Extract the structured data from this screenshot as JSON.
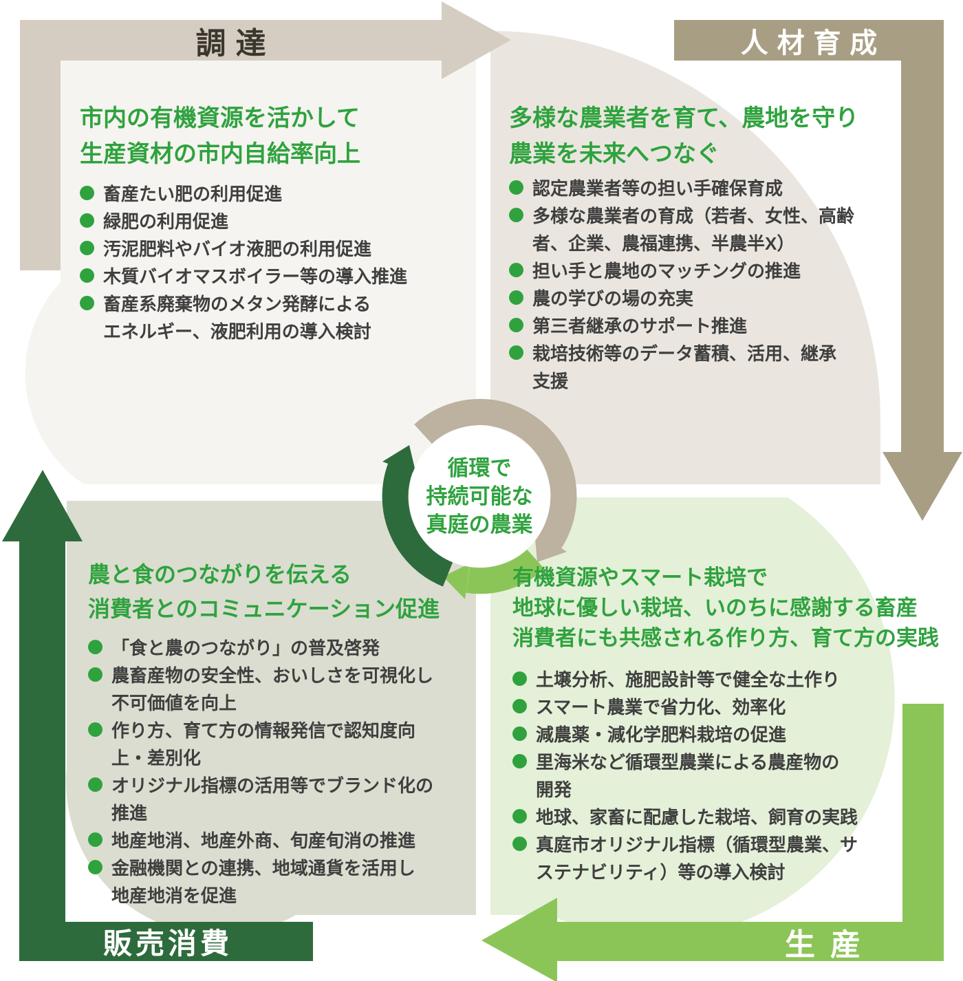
{
  "title": "循環で持続可能な真庭の農業",
  "center": {
    "lines": [
      "循環で",
      "持続可能な",
      "真庭の農業"
    ]
  },
  "labels": {
    "procurement": "調達",
    "hr": "人材育成",
    "production": "生産",
    "sales": "販売消費"
  },
  "quadrants": {
    "procurement": {
      "heading": [
        "市内の有機資源を活かして",
        "生産資材の市内自給率向上"
      ],
      "lines": [
        {
          "dot": true,
          "text": "畜産たい肥の利用促進"
        },
        {
          "dot": true,
          "text": "緑肥の利用促進"
        },
        {
          "dot": true,
          "text": "汚泥肥料やバイオ液肥の利用促進"
        },
        {
          "dot": true,
          "text": "木質バイオマスボイラー等の導入推進"
        },
        {
          "dot": true,
          "text": "畜産系廃棄物のメタン発酵による"
        },
        {
          "dot": false,
          "text": "エネルギー、液肥利用の導入検討"
        }
      ]
    },
    "hr": {
      "heading": [
        "多様な農業者を育て、農地を守り",
        "農業を未来へつなぐ"
      ],
      "lines": [
        {
          "dot": true,
          "text": "認定農業者等の担い手確保育成"
        },
        {
          "dot": true,
          "text": "多様な農業者の育成（若者、女性、高齢"
        },
        {
          "dot": false,
          "text": "者、企業、農福連携、半農半X）"
        },
        {
          "dot": true,
          "text": "担い手と農地のマッチングの推進"
        },
        {
          "dot": true,
          "text": "農の学びの場の充実"
        },
        {
          "dot": true,
          "text": "第三者継承のサポート推進"
        },
        {
          "dot": true,
          "text": "栽培技術等のデータ蓄積、活用、継承"
        },
        {
          "dot": false,
          "text": "支援"
        }
      ]
    },
    "sales": {
      "heading": [
        "農と食のつながりを伝える",
        "消費者とのコミュニケーション促進"
      ],
      "lines": [
        {
          "dot": true,
          "text": "「食と農のつながり」の普及啓発"
        },
        {
          "dot": true,
          "text": "農畜産物の安全性、おいしさを可視化し"
        },
        {
          "dot": false,
          "text": "不可価値を向上"
        },
        {
          "dot": true,
          "text": "作り方、育て方の情報発信で認知度向"
        },
        {
          "dot": false,
          "text": "上・差別化"
        },
        {
          "dot": true,
          "text": "オリジナル指標の活用等でブランド化の"
        },
        {
          "dot": false,
          "text": "推進"
        },
        {
          "dot": true,
          "text": "地産地消、地産外商、旬産旬消の推進"
        },
        {
          "dot": true,
          "text": "金融機関との連携、地域通貨を活用し"
        },
        {
          "dot": false,
          "text": "地産地消を促進"
        }
      ]
    },
    "production": {
      "heading": [
        "有機資源やスマート栽培で",
        "地球に優しい栽培、いのちに感謝する畜産",
        "消費者にも共感される作り方、育て方の実践"
      ],
      "lines": [
        {
          "dot": true,
          "text": "土壌分析、施肥設計等で健全な土作り"
        },
        {
          "dot": true,
          "text": "スマート農業で省力化、効率化"
        },
        {
          "dot": true,
          "text": "減農薬・減化学肥料栽培の促進"
        },
        {
          "dot": true,
          "text": "里海米など循環型農業による農産物の"
        },
        {
          "dot": false,
          "text": "開発"
        },
        {
          "dot": true,
          "text": "地球、家畜に配慮した栽培、飼育の実践"
        },
        {
          "dot": true,
          "text": "真庭市オリジナル指標（循環型農業、サ"
        },
        {
          "dot": false,
          "text": "ステナビリティ）等の導入検討"
        }
      ]
    }
  },
  "colors": {
    "green": "#2FA23E",
    "light_green": "#8CC557",
    "dark_green": "#2E6B3C",
    "tan": "#A89E84",
    "beige": "#D5CDC2",
    "ring_beige": "#BDB19F",
    "panel_tl": "#F5F4F0",
    "panel_tr": "#EAE6DF",
    "panel_bl": "#DBDDD0",
    "panel_br": "#E4F0D8",
    "body_text": "#3F3F3F",
    "label_dark": "#3B372F",
    "white": "#FFFFFF"
  }
}
